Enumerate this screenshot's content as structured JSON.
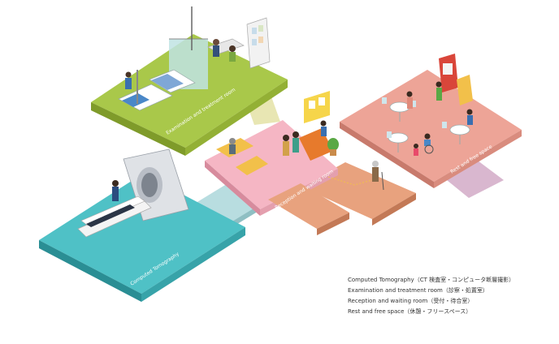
{
  "rooms": {
    "ct": {
      "label": "Computed Tomography",
      "color": "#4fc1c6"
    },
    "exam": {
      "label": "Examination and treatment room",
      "color": "#a9c84a"
    },
    "reception": {
      "label": "Reception and waiting room",
      "color": "#f5b6c4"
    },
    "rest": {
      "label": "Rest and free space",
      "color": "#eda497"
    }
  },
  "legend": [
    "Computed Tomography（CT 検査室・コンピュータ断層撮影）",
    "Examination and treatment room（診察・処置室）",
    "Reception and waiting room（受付・待合室）",
    "Rest and free space（休憩・フリースペース）"
  ]
}
